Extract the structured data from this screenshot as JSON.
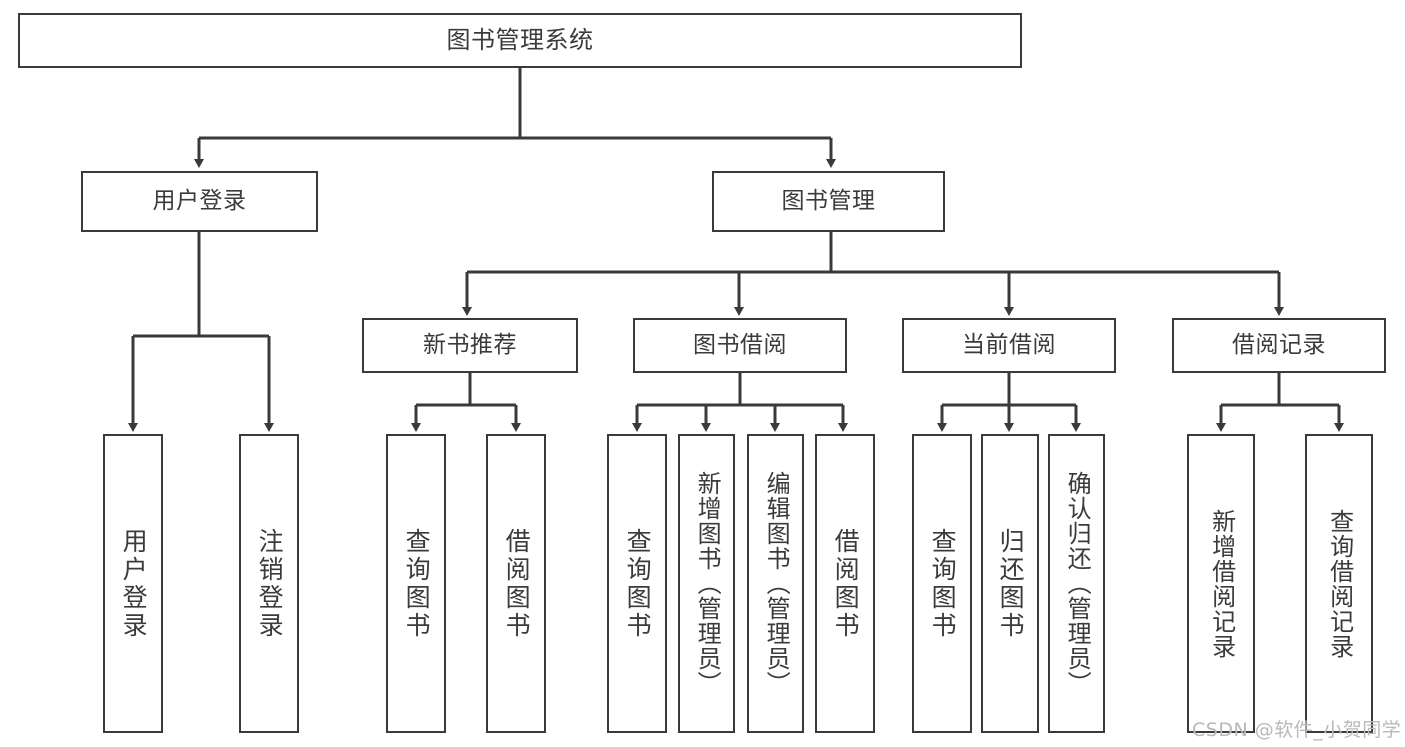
{
  "diagram": {
    "title": "图书管理系统",
    "type": "tree-hierarchy-diagram",
    "colors": {
      "stroke": "#3a3a3a",
      "text": "#3b3b3b",
      "background": "#ffffff",
      "watermark": "#b9b9b9"
    },
    "root": {
      "label": "图书管理系统"
    },
    "level2": [
      {
        "label": "用户登录"
      },
      {
        "label": "图书管理"
      }
    ],
    "level3": [
      {
        "label": "新书推荐"
      },
      {
        "label": "图书借阅"
      },
      {
        "label": "当前借阅"
      },
      {
        "label": "借阅记录"
      }
    ],
    "leaves": {
      "user_login": [
        {
          "label": "用户登录"
        },
        {
          "label": "注销登录"
        }
      ],
      "new_book_recommend": [
        {
          "label": "查询图书"
        },
        {
          "label": "借阅图书"
        }
      ],
      "book_borrow": [
        {
          "label": "查询图书"
        },
        {
          "label": "新增图书（管理员）"
        },
        {
          "label": "编辑图书（管理员）"
        },
        {
          "label": "借阅图书"
        }
      ],
      "current_borrow": [
        {
          "label": "查询图书"
        },
        {
          "label": "归还图书"
        },
        {
          "label": "确认归还（管理员）"
        }
      ],
      "borrow_record": [
        {
          "label": "新增借阅记录"
        },
        {
          "label": "查询借阅记录"
        }
      ]
    }
  },
  "watermark": {
    "text": "CSDN @软件_小贺同学"
  }
}
